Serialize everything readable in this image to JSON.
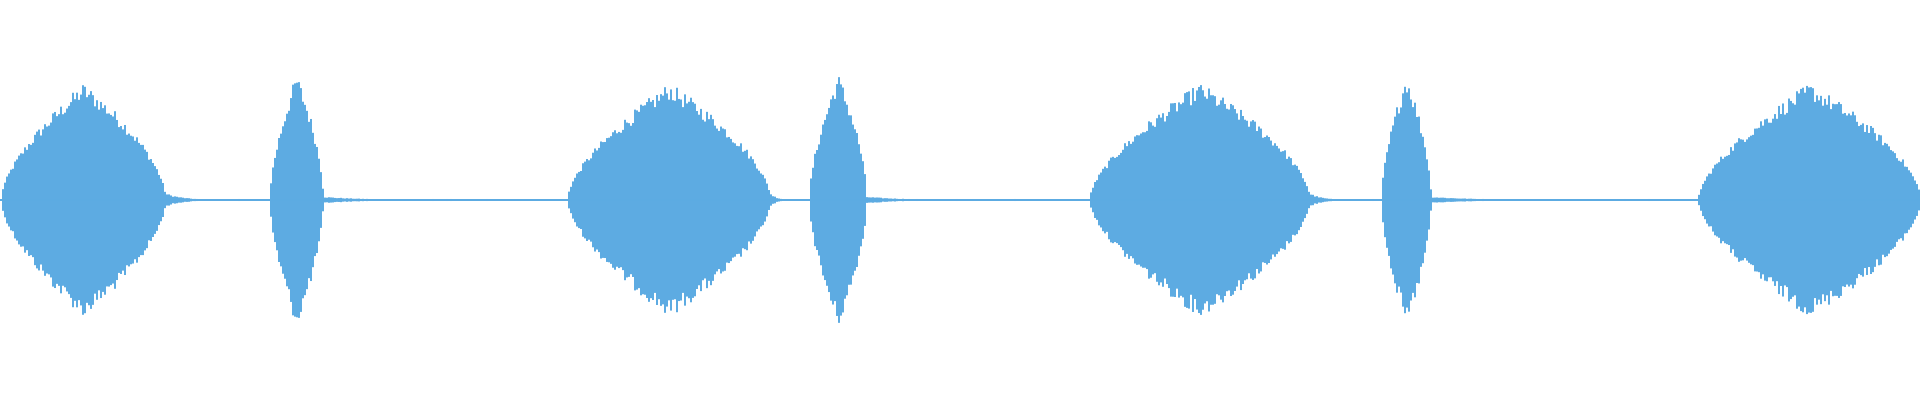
{
  "waveform": {
    "color": "#5DABE2",
    "background": "#FFFFFF",
    "duration_s": 1.0,
    "segments": [
      {
        "kind": "burst",
        "start": 0.0,
        "end": 0.086,
        "amplitude": 0.72
      },
      {
        "kind": "tail",
        "start": 0.086,
        "end": 0.14,
        "amplitude": 0.04
      },
      {
        "kind": "burst",
        "start": 0.14,
        "end": 0.168,
        "amplitude": 0.78
      },
      {
        "kind": "tail",
        "start": 0.168,
        "end": 0.295,
        "amplitude": 0.02
      },
      {
        "kind": "burst",
        "start": 0.295,
        "end": 0.401,
        "amplitude": 0.72
      },
      {
        "kind": "tail",
        "start": 0.401,
        "end": 0.421,
        "amplitude": 0.04
      },
      {
        "kind": "burst",
        "start": 0.421,
        "end": 0.451,
        "amplitude": 0.78
      },
      {
        "kind": "tail",
        "start": 0.451,
        "end": 0.567,
        "amplitude": 0.02
      },
      {
        "kind": "burst",
        "start": 0.567,
        "end": 0.682,
        "amplitude": 0.72
      },
      {
        "kind": "tail",
        "start": 0.682,
        "end": 0.719,
        "amplitude": 0.04
      },
      {
        "kind": "burst",
        "start": 0.719,
        "end": 0.745,
        "amplitude": 0.78
      },
      {
        "kind": "tail",
        "start": 0.745,
        "end": 0.884,
        "amplitude": 0.02
      },
      {
        "kind": "burst",
        "start": 0.884,
        "end": 1.0,
        "amplitude": 0.72
      }
    ]
  }
}
